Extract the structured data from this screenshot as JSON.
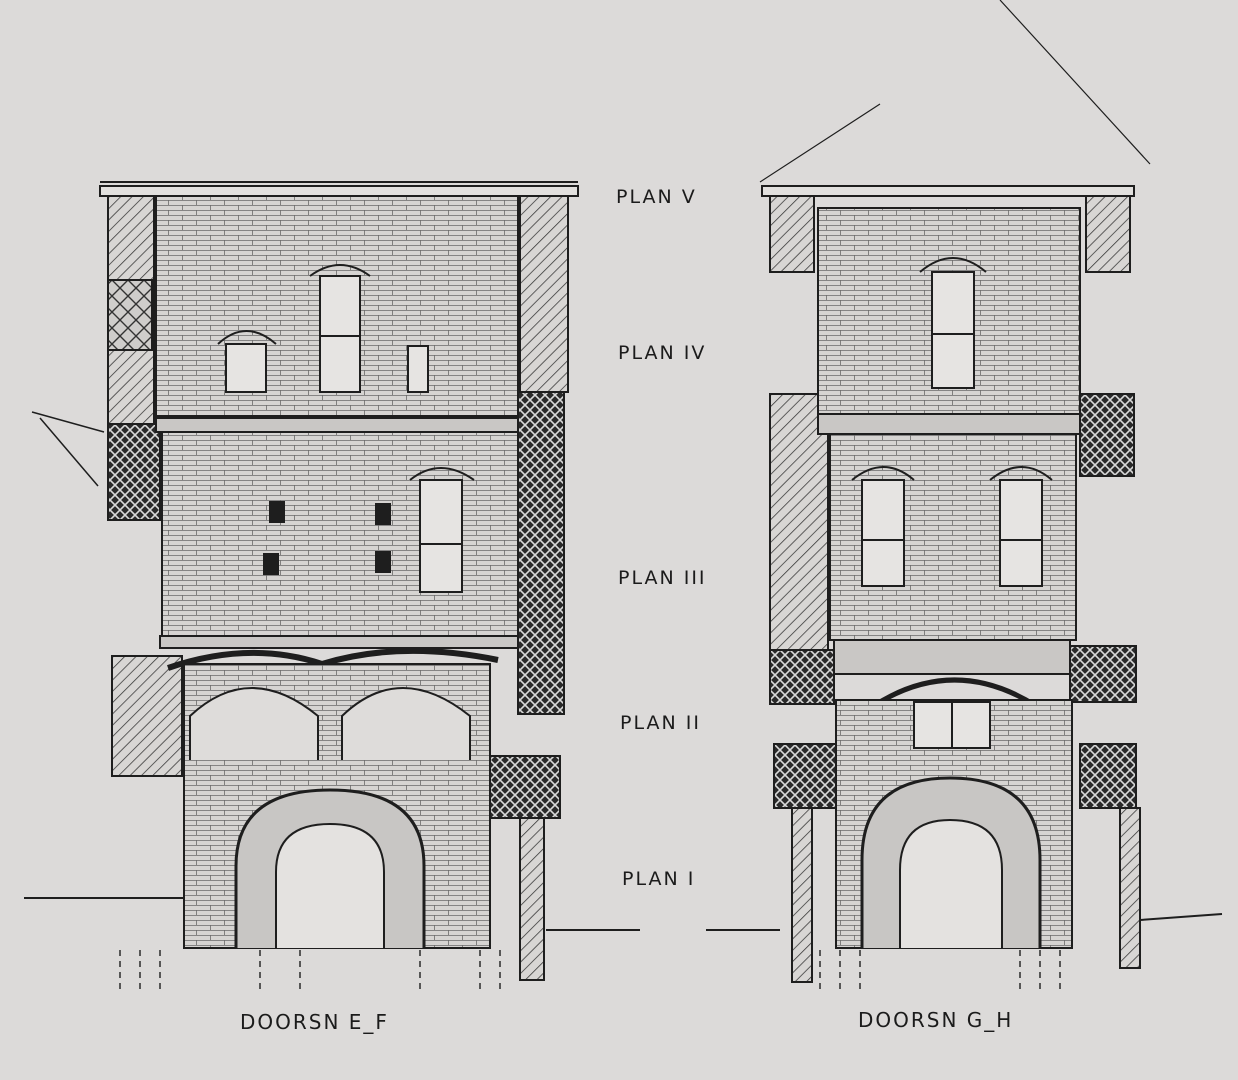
{
  "levels": {
    "plan_v": "PLAN  V",
    "plan_iv": "PLAN  IV",
    "plan_iii": "PLAN III",
    "plan_ii": "PLAN  II",
    "plan_i": "PLAN  I"
  },
  "captions": {
    "left": "DOORSN  E_F",
    "right": "DOORSN  G_H"
  },
  "colors": {
    "paper": "#dcdad9",
    "ink": "#1e1e1e"
  }
}
